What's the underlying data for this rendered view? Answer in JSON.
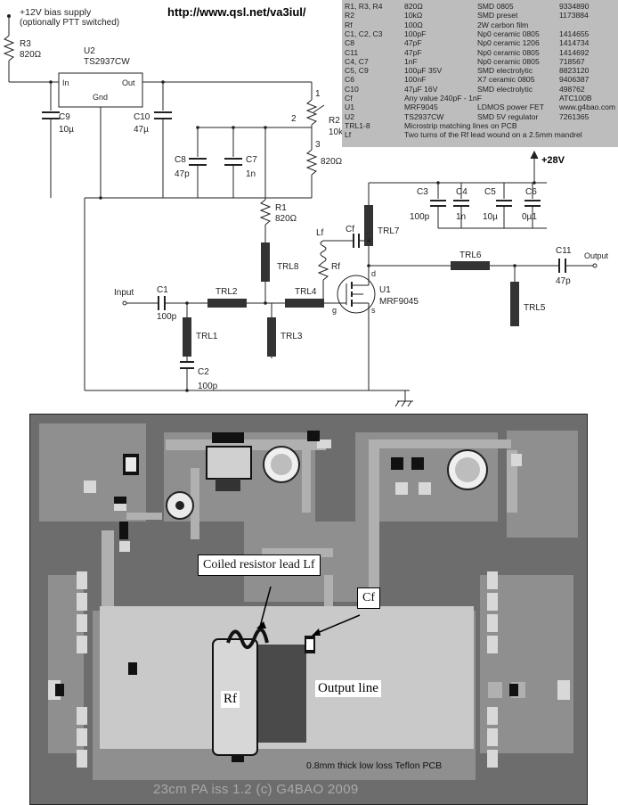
{
  "header": {
    "url": "http://www.qsl.net/va3iul/",
    "bias_supply": "+12V bias supply",
    "bias_note": "(optionally PTT switched)",
    "supply_28v": "+28V"
  },
  "bom": [
    {
      "ref": "R1, R3, R4",
      "value": "820Ω",
      "type": "SMD 0805",
      "part": "9334890"
    },
    {
      "ref": "R2",
      "value": "10kΩ",
      "type": "SMD preset",
      "part": "1173884"
    },
    {
      "ref": "Rf",
      "value": "100Ω",
      "type": "2W carbon film",
      "part": ""
    },
    {
      "ref": "C1, C2, C3",
      "value": "100pF",
      "type": "Np0 ceramic 0805",
      "part": "1414655"
    },
    {
      "ref": "C8",
      "value": "47pF",
      "type": "Np0 ceramic 1206",
      "part": "1414734"
    },
    {
      "ref": "C11",
      "value": "47pF",
      "type": "Np0 ceramic 0805",
      "part": "1414692"
    },
    {
      "ref": "C4, C7",
      "value": "1nF",
      "type": "Np0 ceramic 0805",
      "part": "718567"
    },
    {
      "ref": "C5, C9",
      "value": "100µF 35V",
      "type": "SMD electrolytic",
      "part": "8823120"
    },
    {
      "ref": "C6",
      "value": "100nF",
      "type": "X7 ceramic 0805",
      "part": "9406387"
    },
    {
      "ref": "C10",
      "value": "47µF 16V",
      "type": "SMD electrolytic",
      "part": "498762"
    },
    {
      "ref": "Cf",
      "value": "Any value 240pF - 1nF",
      "type": "",
      "part": "ATC100B"
    },
    {
      "ref": "U1",
      "value": "MRF9045",
      "type": "LDMOS power FET",
      "part": "www.g4bao.com"
    },
    {
      "ref": "U2",
      "value": "TS2937CW",
      "type": "SMD 5V regulator",
      "part": "7261365"
    },
    {
      "ref": "TRL1-8",
      "value": "Microstrip matching lines on PCB",
      "type": "",
      "part": ""
    }
  ],
  "bom_note_ref": "Lf",
  "bom_note": "Two turns of the Rf lead wound on a 2.5mm mandrel",
  "schematic": {
    "R3": "R3",
    "R3_val": "820Ω",
    "U2": "U2",
    "U2_part": "TS2937CW",
    "pin_in": "In",
    "pin_out": "Out",
    "pin_gnd": "Gnd",
    "C9": "C9",
    "C9_val": "10µ",
    "C10": "C10",
    "C10_val": "47µ",
    "C8": "C8",
    "C8_val": "47p",
    "C7": "C7",
    "C7_val": "1n",
    "R2": "R2",
    "R2_val": "10k",
    "pin1": "1",
    "pin2": "2",
    "pin3": "3",
    "R4_val": "820Ω",
    "R1": "R1",
    "R1_val": "820Ω",
    "TRL8": "TRL8",
    "Lf": "Lf",
    "Rf": "Rf",
    "Cf": "Cf",
    "TRL7": "TRL7",
    "C3": "C3",
    "C3_val": "100p",
    "C4": "C4",
    "C4_val": "1n",
    "C5": "C5",
    "C5_val": "10µ",
    "C6": "C6",
    "C6_val": "0µ1",
    "input": "Input",
    "C1": "C1",
    "C1_val": "100p",
    "TRL2": "TRL2",
    "TRL4": "TRL4",
    "U1": "U1",
    "U1_part": "MRF9045",
    "pin_d": "d",
    "pin_g": "g",
    "pin_s": "s",
    "TRL6": "TRL6",
    "C11": "C11",
    "C11_val": "47p",
    "output": "Output",
    "TRL1": "TRL1",
    "TRL3": "TRL3",
    "TRL5": "TRL5",
    "C2": "C2",
    "C2_val": "100p"
  },
  "pcb": {
    "callout_lf": "Coiled resistor lead Lf",
    "callout_cf": "Cf",
    "label_rf": "Rf",
    "label_output": "Output line",
    "note": "0.8mm thick low loss Teflon PCB",
    "title": "23cm PA iss 1.2 (c) G4BAO 2009"
  }
}
